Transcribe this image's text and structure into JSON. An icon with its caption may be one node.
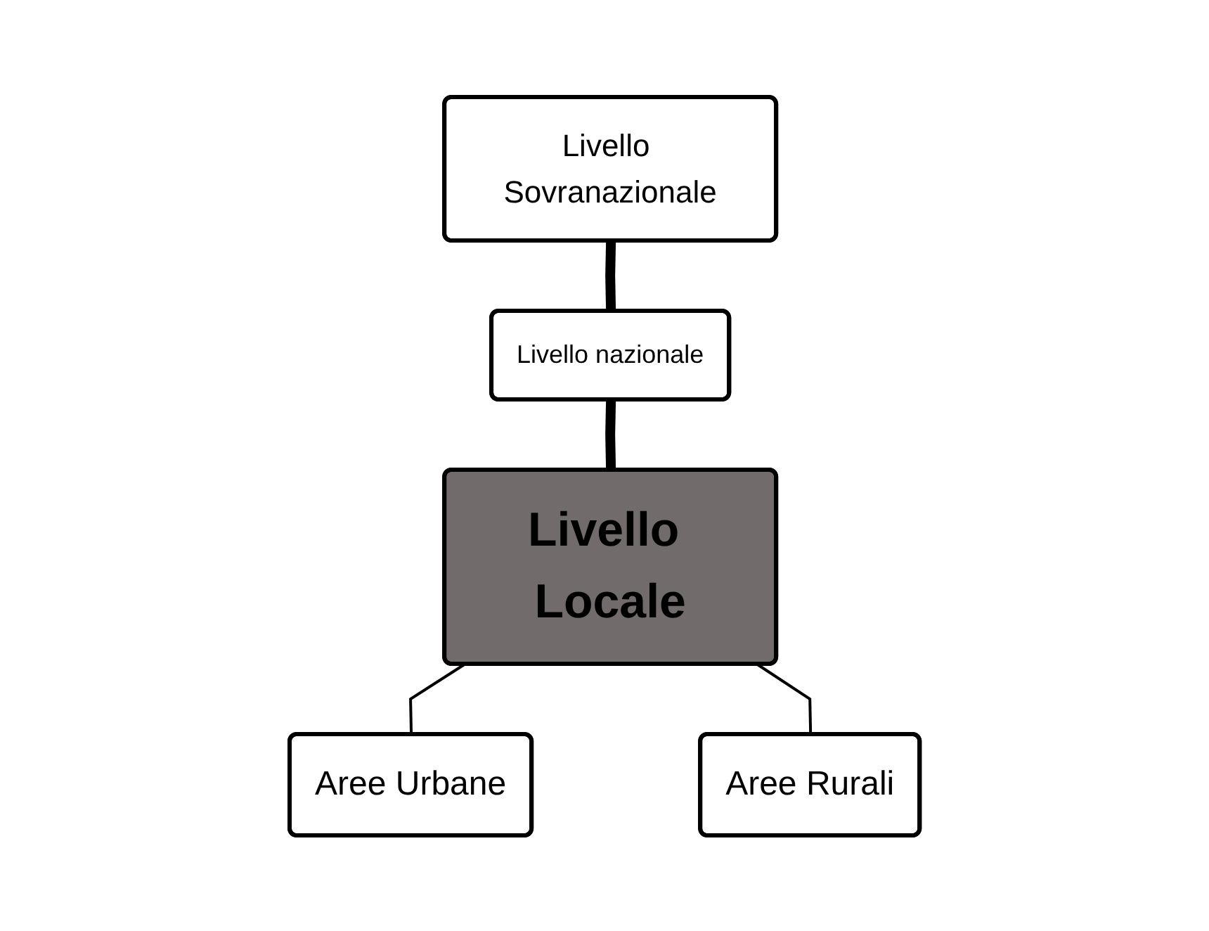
{
  "diagram": {
    "nodes": [
      {
        "text": [
          "Livello Sovranazionale"
        ]
      },
      {
        "text": [
          "Livello nazionale"
        ]
      },
      {
        "text": [
          "Livello Locale"
        ]
      },
      {
        "text": [
          "Aree Urbane"
        ]
      },
      {
        "text": [
          "Aree Rurali"
        ]
      }
    ],
    "edges": [
      {
        "from": 0,
        "to": 1,
        "arrow": "none",
        "style": "thick"
      },
      {
        "from": 1,
        "to": 2,
        "arrow": "none",
        "style": "thick"
      },
      {
        "from": 2,
        "to": 3,
        "arrow": "none"
      },
      {
        "from": 2,
        "to": 4,
        "arrow": "none"
      }
    ]
  }
}
